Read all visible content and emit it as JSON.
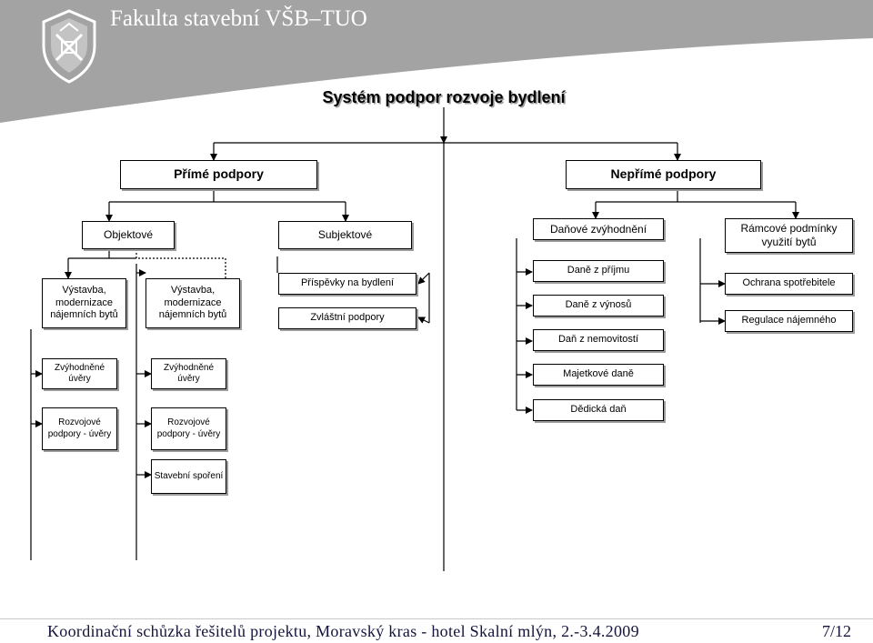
{
  "header": {
    "title": "Fakulta  stavební VŠB–TUO",
    "bg_color": "#a3a3a3",
    "logo_icon": "faculty-seal"
  },
  "diagram": {
    "title": "Systém podpor rozvoje bydlení",
    "direct": {
      "label": "Přímé podpory",
      "objective": {
        "label": "Objektové",
        "col1": {
          "head": "Výstavba, modernizace nájemních bytů",
          "items": [
            "Zvýhodněné úvěry",
            "Rozvojové podpory - úvěry"
          ]
        },
        "col2": {
          "head": "Výstavba, modernizace nájemních bytů",
          "items": [
            "Zvýhodněné úvěry",
            "Rozvojové podpory - úvěry",
            "Stavební spoření"
          ]
        }
      },
      "subjective": {
        "label": "Subjektové",
        "items": [
          "Příspěvky na bydlení",
          "Zvláštní podpory"
        ]
      }
    },
    "indirect": {
      "label": "Nepřímé podpory",
      "tax": {
        "label": "Daňové zvýhodnění",
        "items": [
          "Daně z příjmu",
          "Daně z výnosů",
          "Daň z nemovitostí",
          "Majetkové daně",
          "Dědická daň"
        ]
      },
      "framework": {
        "label": "Rámcové podmínky využití bytů",
        "items": [
          "Ochrana spotřebitele",
          "Regulace nájemného"
        ]
      }
    }
  },
  "footer": {
    "text": "Koordinační schůzka řešitelů projektu, Moravský kras - hotel Skalní mlýn, 2.-3.4.2009",
    "page": "7/12",
    "text_color": "#14143c"
  }
}
